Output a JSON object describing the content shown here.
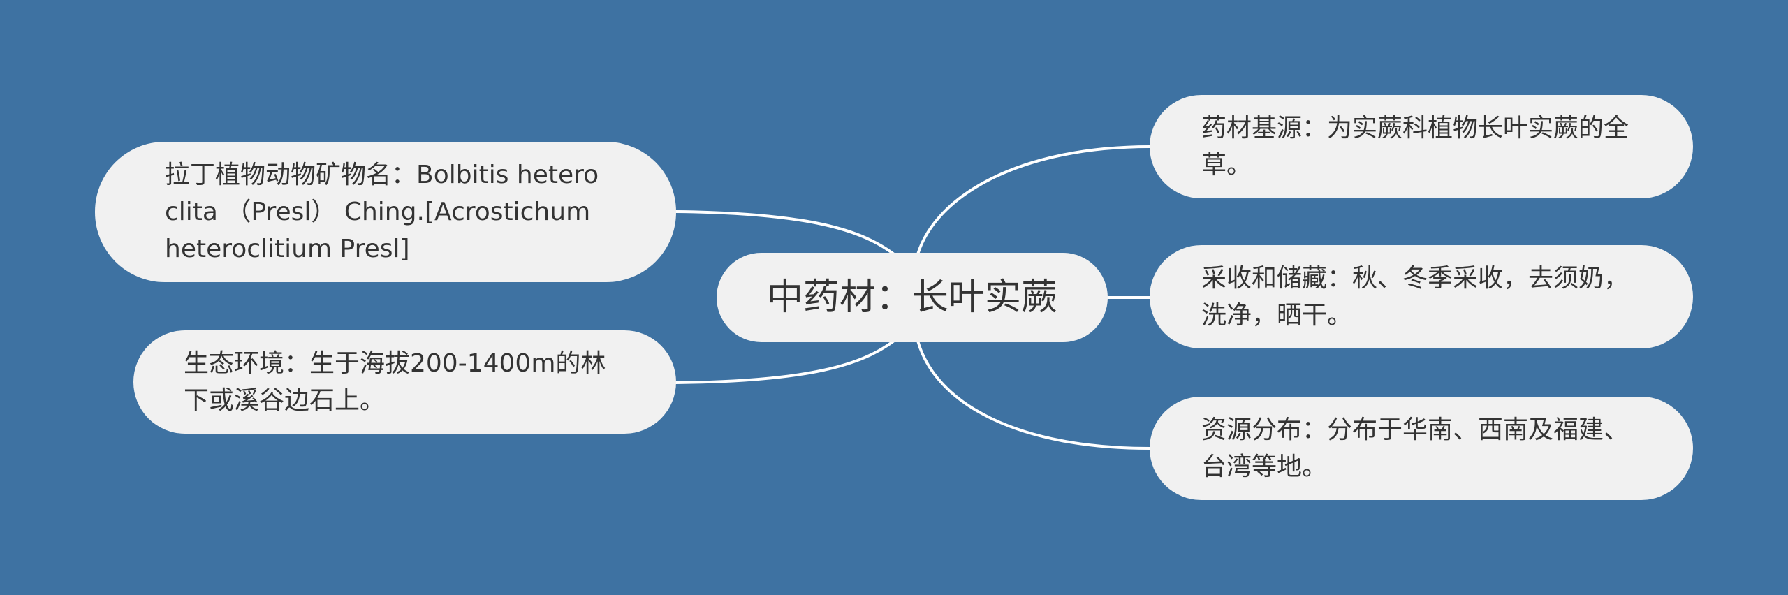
{
  "mindmap": {
    "background_color": "#3e72a2",
    "node_color": "#f1f1f1",
    "text_color": "#333333",
    "link_color": "#ffffff",
    "center": {
      "label": "中药材：长叶实蕨"
    },
    "left": [
      {
        "label": "拉丁植物动物矿物名：Bolbitis heteroclita （Presl） Ching.[Acrostichum heteroclitium Presl]"
      },
      {
        "label": "生态环境：生于海拔200-1400m的林下或溪谷边石上。"
      }
    ],
    "right": [
      {
        "label": "药材基源：为实蕨科植物长叶实蕨的全草。"
      },
      {
        "label": "采收和储藏：秋、冬季采收，去须奶，洗净，晒干。"
      },
      {
        "label": "资源分布：分布于华南、西南及福建、台湾等地。"
      }
    ]
  }
}
